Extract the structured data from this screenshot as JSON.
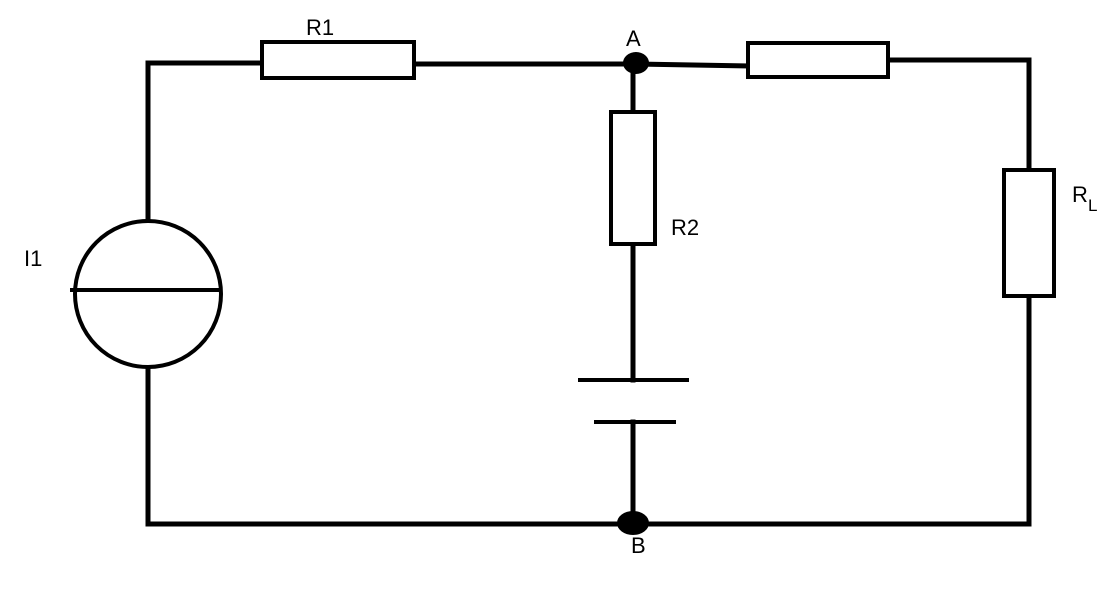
{
  "labels": {
    "r1": "R1",
    "r2": "R2",
    "rl_main": "R",
    "rl_sub": "L",
    "i1": "I1",
    "node_a": "A",
    "node_b": "B"
  }
}
